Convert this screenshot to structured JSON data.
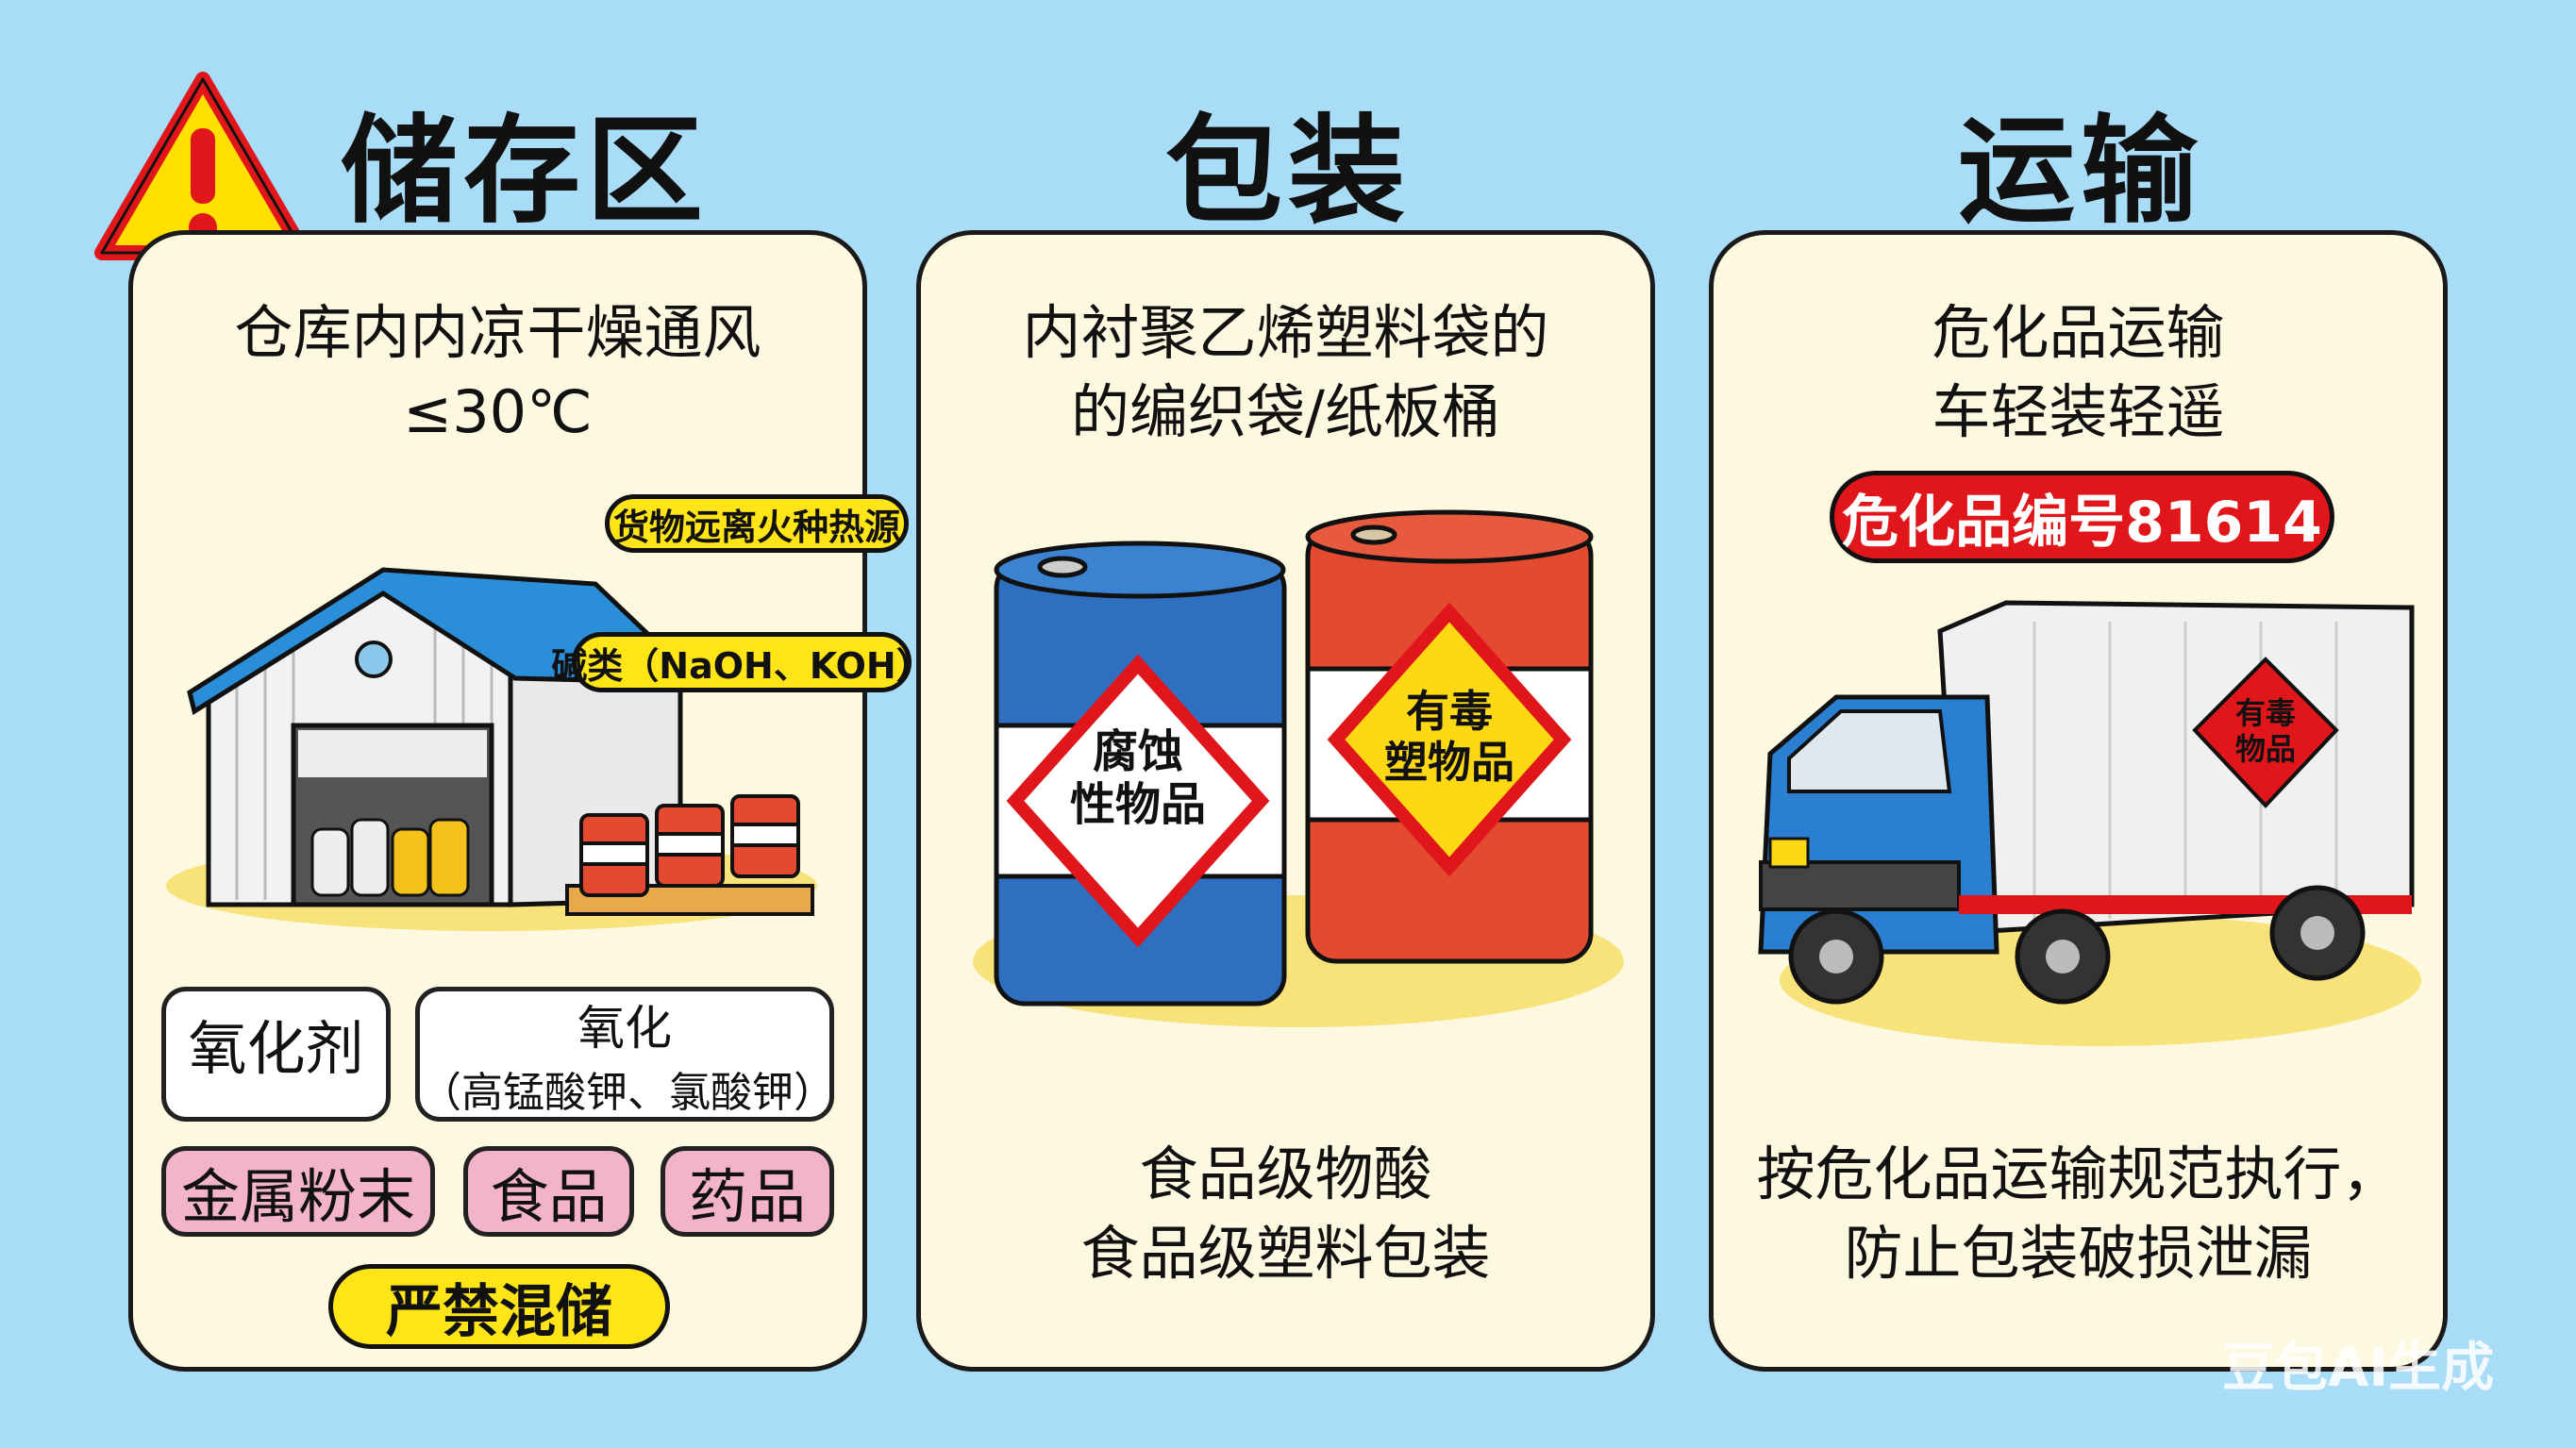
{
  "colors": {
    "background": "#a9dcf7",
    "panel": "#fdf9e1",
    "warning_yellow": "#ffe417",
    "danger_red": "#e0161b",
    "tag_pink": "#f3b3cb",
    "barrel_blue": "#2f6fc0",
    "barrel_red": "#e34a2f",
    "truck_blue": "#2a7fd0"
  },
  "warning_icon": "warning-triangle-icon",
  "storage": {
    "title": "储存区",
    "subtitle": [
      "仓库内内凉干燥通风",
      "≤30℃"
    ],
    "bubbles": [
      "货物远离火种热源",
      "碱类（NaOH、KOH）"
    ],
    "tags_white": [
      {
        "label": "氧化剂"
      },
      {
        "label": "氧化",
        "sub": "（高锰酸钾、氯酸钾）"
      }
    ],
    "tags_pink": [
      "金属粉末",
      "食品",
      "药品"
    ],
    "warning_pill": "严禁混储"
  },
  "packaging": {
    "title": "包装",
    "subtitle": [
      "内衬聚乙烯塑料袋的",
      "的编织袋/纸板桶"
    ],
    "barrel_labels": [
      [
        "腐蚀",
        "性物品"
      ],
      [
        "有毒",
        "塑物品"
      ]
    ],
    "footer": [
      "食品级物酸",
      "食品级塑料包装"
    ]
  },
  "transport": {
    "title": "运输",
    "subtitle": [
      "危化品运输",
      "车轻装轻遥"
    ],
    "hazard_pill": "危化品编号81614",
    "truck_label": [
      "有毒",
      "物品"
    ],
    "footer": [
      "按危化品运输规范执行，",
      "防止包装破损泄漏"
    ]
  },
  "watermark": "豆包AI生成"
}
